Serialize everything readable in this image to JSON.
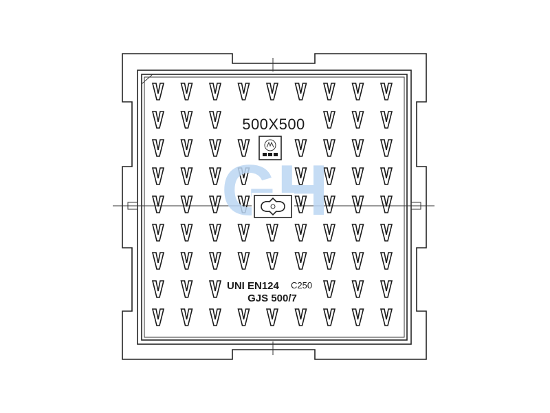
{
  "drawing": {
    "size_label": "500X500",
    "standard_label": "UNI EN124",
    "class_label": "C250",
    "material_label": "GJS 500/7",
    "watermark_text": "GH",
    "watermark_color": "#bcd6f3",
    "line_color": "#1a1a1a",
    "pattern": {
      "glyph": "V",
      "rows": 9,
      "cols": 9
    }
  }
}
